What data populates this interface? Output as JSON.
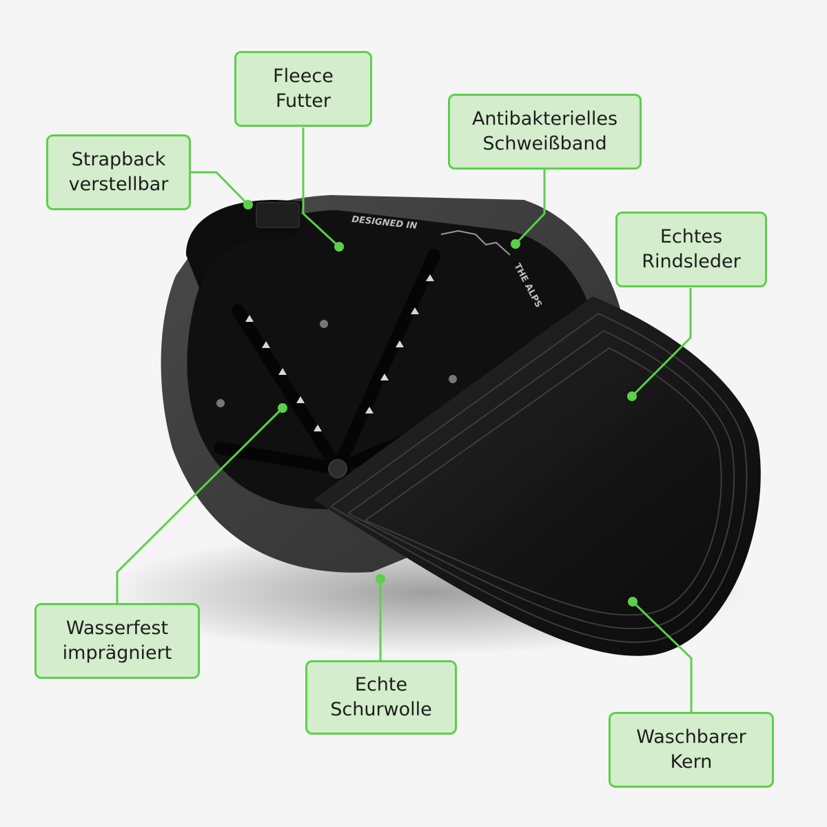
{
  "colors": {
    "accent": "#5bd04a",
    "label_fill": "#d4edcc",
    "background": "#f5f5f5",
    "cap_wool": "#3a3a3a",
    "cap_leather": "#161616"
  },
  "cap_print": {
    "tape_left": "DESIGNED IN",
    "tape_right": "THE ALPS"
  },
  "labels": {
    "fleece": {
      "line1": "Fleece",
      "line2": "Futter"
    },
    "sweatband": {
      "line1": "Antibakterielles",
      "line2": "Schweißband"
    },
    "strapback": {
      "line1": "Strapback",
      "line2": "verstellbar"
    },
    "leather": {
      "line1": "Echtes",
      "line2": "Rindsleder"
    },
    "waterproof": {
      "line1": "Wasserfest",
      "line2": "imprägniert"
    },
    "wool": {
      "line1": "Echte",
      "line2": "Schurwolle"
    },
    "core": {
      "line1": "Waschbarer",
      "line2": "Kern"
    }
  }
}
